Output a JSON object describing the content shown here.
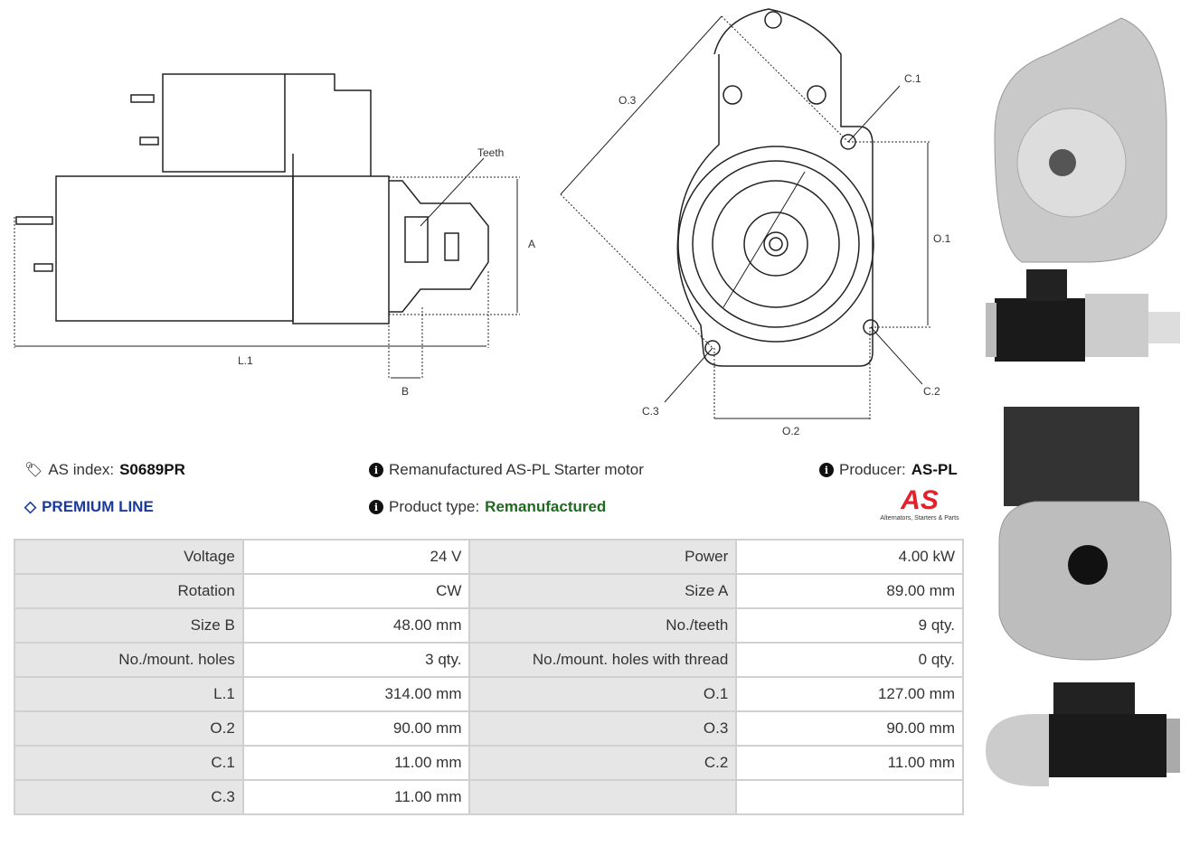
{
  "diagram": {
    "labels": {
      "teeth": "Teeth",
      "a": "A",
      "b": "B",
      "l1": "L.1",
      "o1": "O.1",
      "o2": "O.2",
      "o3": "O.3",
      "c1": "C.1",
      "c2": "C.2",
      "c3": "C.3"
    }
  },
  "info": {
    "as_index_label": "AS index:",
    "as_index": "S0689PR",
    "premium": "PREMIUM LINE",
    "title": "Remanufactured AS-PL Starter motor",
    "product_type_label": "Product type:",
    "product_type": "Remanufactured",
    "producer_label": "Producer:",
    "producer": "AS-PL",
    "logo_text": "AS",
    "logo_tagline": "Alternators, Starters & Parts"
  },
  "colors": {
    "premium": "#1a3a9c",
    "remanufactured": "#1e6b1e",
    "logo_red": "#e3212b"
  },
  "specs": [
    [
      "Voltage",
      "24 V",
      "Power",
      "4.00 kW"
    ],
    [
      "Rotation",
      "CW",
      "Size A",
      "89.00 mm"
    ],
    [
      "Size B",
      "48.00 mm",
      "No./teeth",
      "9 qty."
    ],
    [
      "No./mount. holes",
      "3 qty.",
      "No./mount. holes with thread",
      "0 qty."
    ],
    [
      "L.1",
      "314.00 mm",
      "O.1",
      "127.00 mm"
    ],
    [
      "O.2",
      "90.00 mm",
      "O.3",
      "90.00 mm"
    ],
    [
      "C.1",
      "11.00 mm",
      "C.2",
      "11.00 mm"
    ],
    [
      "C.3",
      "11.00 mm",
      "",
      ""
    ]
  ]
}
